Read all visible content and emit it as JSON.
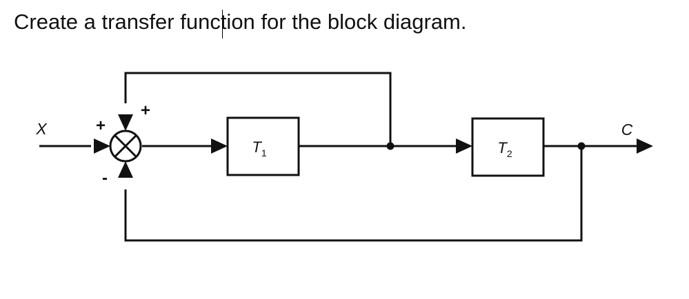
{
  "question": "Create a transfer function for the block diagram.",
  "diagram": {
    "input_label": "X",
    "output_label": "C",
    "block1": {
      "base": "T",
      "sub": "1"
    },
    "block2": {
      "base": "T",
      "sub": "2"
    },
    "sign_input": "+",
    "sign_top": "+",
    "sign_bottom": "-"
  }
}
